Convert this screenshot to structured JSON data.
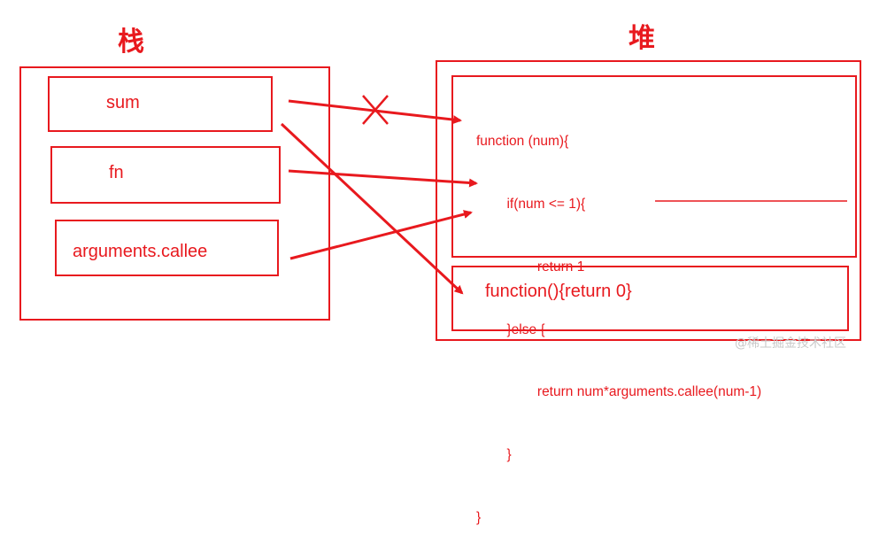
{
  "stack": {
    "title": "栈",
    "items": [
      "sum",
      "fn",
      "arguments.callee"
    ]
  },
  "heap": {
    "title": "堆",
    "code_lines": [
      "function (num){",
      "        if(num <= 1){",
      "                return 1",
      "        }else {",
      "                return num*arguments.callee(num-1)",
      "        }",
      "}"
    ],
    "second_function": "function(){return 0}"
  },
  "watermark": "@稀土掘金技术社区",
  "colors": {
    "accent": "#e8191e"
  }
}
